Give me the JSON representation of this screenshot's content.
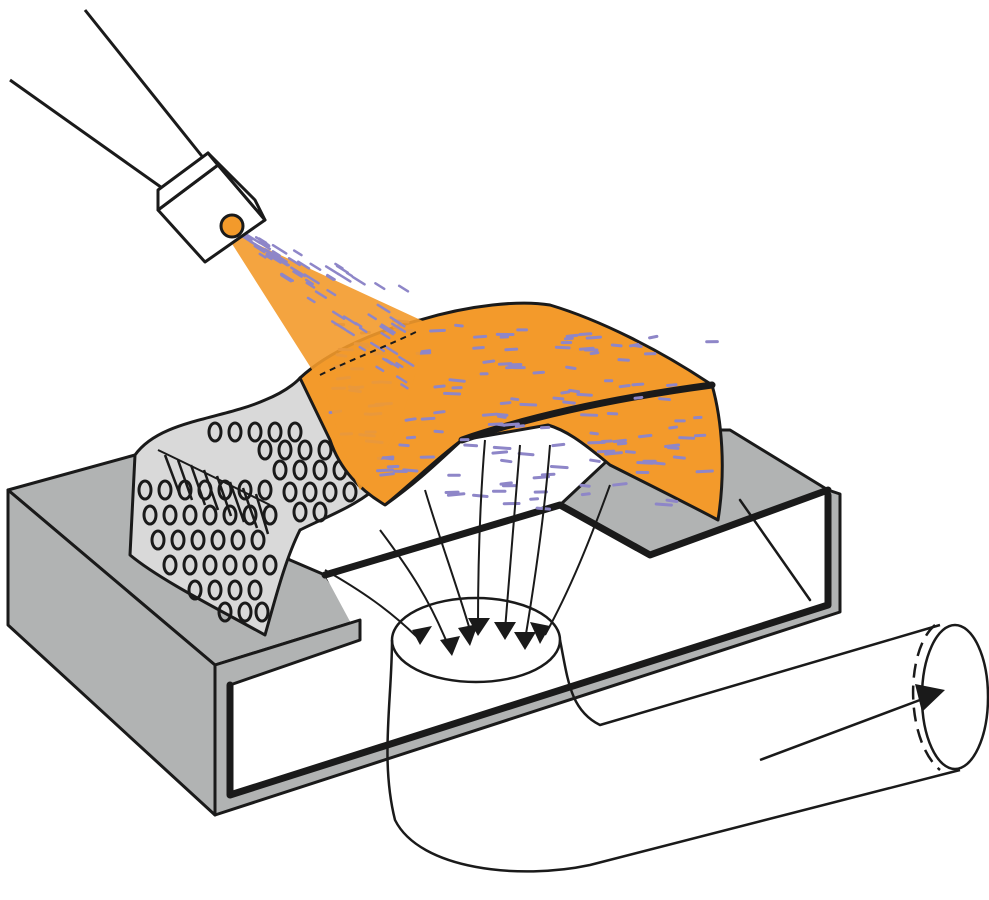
{
  "diagram": {
    "kind": "illustration",
    "subject": "",
    "colors": {
      "spray": "#F39A2B",
      "fibers": "#8E86C8",
      "screen": "#D9D9D9",
      "box": "#B1B3B3",
      "outline": "#1A1A1A",
      "background": "#FFFFFF"
    },
    "parts": [
      "spray-gun-icon",
      "spray-cone",
      "perforated-screen",
      "fiber-mat",
      "suction-box",
      "suction-duct",
      "airflow-arrows"
    ]
  }
}
